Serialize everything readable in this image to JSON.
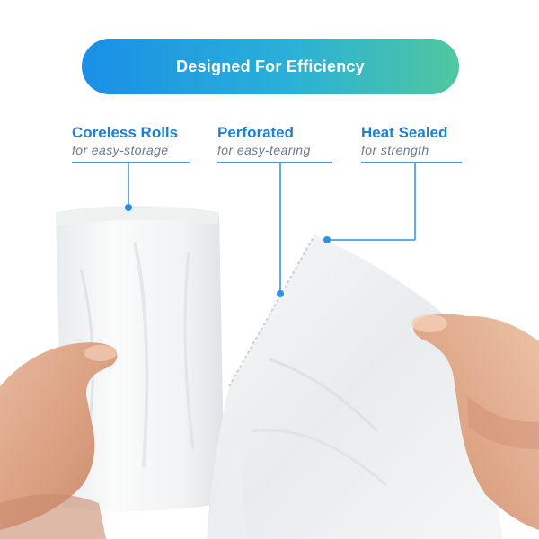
{
  "banner": {
    "text": "Designed For Efficiency"
  },
  "features": [
    {
      "title": "Coreless Rolls",
      "subtitle": "for easy-storage"
    },
    {
      "title": "Perforated",
      "subtitle": "for easy-tearing"
    },
    {
      "title": "Heat Sealed",
      "subtitle": "for strength"
    }
  ],
  "colors": {
    "accent": "#1c7fd8",
    "banner_start": "#1a8fe6",
    "banner_end": "#4fc79f",
    "subtitle": "#6a7a8c"
  }
}
